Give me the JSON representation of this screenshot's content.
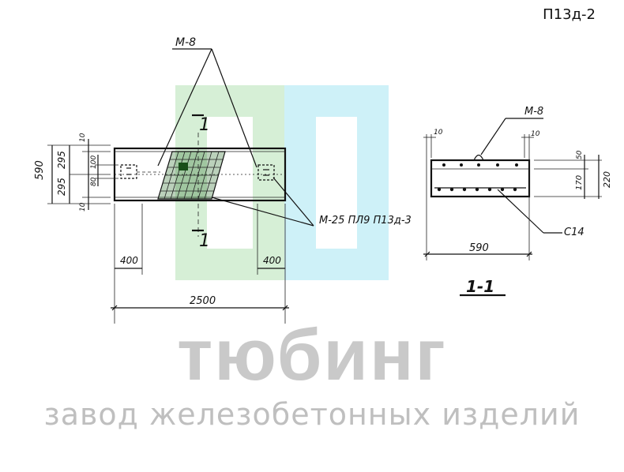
{
  "page": {
    "code": "П13д-2"
  },
  "drawing": {
    "mark_m8_plan": "М-8",
    "mark_m25": "М-25 ПЛ9 П13д-3",
    "section_marker_top": "1",
    "section_marker_bottom": "1",
    "dim_width": "590",
    "dim_295_top": "295",
    "dim_295_bottom": "295",
    "dim_10_top": "10",
    "dim_10_bottom": "10",
    "dim_100": "100",
    "dim_80": "80",
    "dim_400_left": "400",
    "dim_400_right": "400",
    "dim_length": "2500"
  },
  "section": {
    "mark_m8": "М-8",
    "mark_c14": "С14",
    "dim_10_left": "10",
    "dim_10_right": "10",
    "dim_50": "50",
    "dim_170": "170",
    "dim_220": "220",
    "dim_width": "590",
    "title": "1-1"
  },
  "watermark": {
    "brand": "тюбинг",
    "tagline": "завод железобетонных изделий",
    "logo_colors": [
      "#cfeccf",
      "#c5eef7"
    ]
  }
}
